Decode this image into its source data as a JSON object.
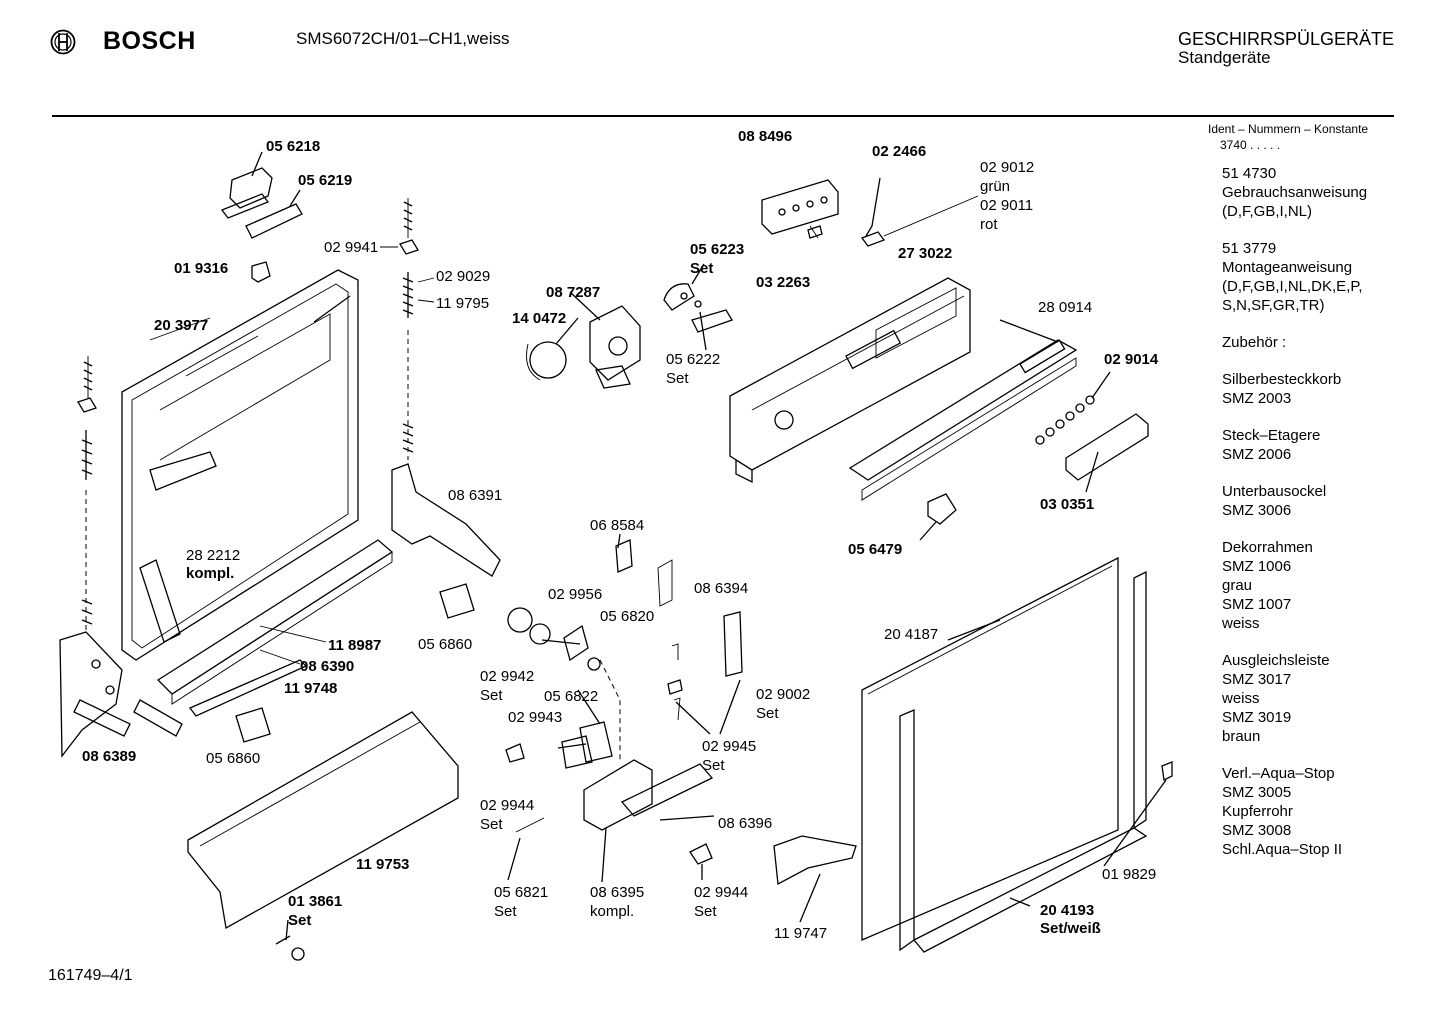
{
  "header": {
    "brand": "BOSCH",
    "model": "SMS6072CH/01–CH1,weiss",
    "category_line1": "GESCHIRRSPÜLGERÄTE",
    "category_line2": "Standgeräte"
  },
  "sidebar": {
    "ident_title": "Ident – Nummern – Konstante",
    "ident_value": "3740  .  .  .  .  .",
    "blocks": [
      [
        "51 4730",
        "Gebrauchsanweisung",
        "(D,F,GB,I,NL)"
      ],
      [
        "51 3779",
        "Montageanweisung",
        "(D,F,GB,I,NL,DK,E,P,",
        "S,N,SF,GR,TR)"
      ],
      [
        "Zubehör :"
      ],
      [
        "Silberbesteckkorb",
        "SMZ 2003"
      ],
      [
        "Steck–Etagere",
        "SMZ 2006"
      ],
      [
        "Unterbausockel",
        "SMZ 3006"
      ],
      [
        "Dekorrahmen",
        "SMZ 1006",
        "grau",
        "SMZ 1007",
        "weiss"
      ],
      [
        "Ausgleichsleiste",
        "SMZ 3017",
        "weiss",
        "SMZ 3019",
        "braun"
      ],
      [
        "Verl.–Aqua–Stop",
        "SMZ 3005",
        "Kupferrohr",
        "SMZ 3008",
        "Schl.Aqua–Stop II"
      ]
    ]
  },
  "labels": {
    "p056218": "05 6218",
    "p056219": "05 6219",
    "p029941": "02 9941",
    "p019316": "01 9316",
    "p029029": "02 9029",
    "p119795": "11 9795",
    "p203977": "20 3977",
    "p088496": "08 8496",
    "p022466": "02 2466",
    "p029012": "02 9012",
    "gruen": "grün",
    "p029011": "02 9011",
    "rot": "rot",
    "p056223": "05 6223",
    "set_bold_1": "Set",
    "p087287": "08 7287",
    "p032263": "03 2263",
    "p273022": "27 3022",
    "p140472": "14 0472",
    "p056222": "05 6222",
    "set_1": "Set",
    "p280914": "28 0914",
    "p029014": "02 9014",
    "p030351": "03 0351",
    "p086391": "08 6391",
    "p068584": "06 8584",
    "p056479": "05 6479",
    "p282212": "28 2212",
    "kompl_bold": "kompl.",
    "p029956": "02 9956",
    "p086394": "08 6394",
    "p056820": "05 6820",
    "p056860a": "05 6860",
    "p118987": "11 8987",
    "p204187": "20 4187",
    "p086390": "08 6390",
    "p029942": "02 9942",
    "set_2": "Set",
    "p119748": "11 9748",
    "p056822": "05 6822",
    "p029002": "02 9002",
    "set_3": "Set",
    "p056860b": "05 6860",
    "p029943": "02 9943",
    "p086389": "08 6389",
    "p029945": "02 9945",
    "set_4": "Set",
    "p029944a": "02 9944",
    "set_5": "Set",
    "p086396": "08 6396",
    "p119753": "11 9753",
    "p019829": "01 9829",
    "p056821": "05 6821",
    "set_6": "Set",
    "p086395": "08 6395",
    "kompl": "kompl.",
    "p029944b": "02 9944",
    "set_7": "Set",
    "p013861": "01 3861",
    "set_bold_2": "Set",
    "p119747": "11 9747",
    "p204193": "20 4193",
    "set_weiss": "Set/weiß"
  },
  "footer": {
    "code": "161749–4/1"
  }
}
